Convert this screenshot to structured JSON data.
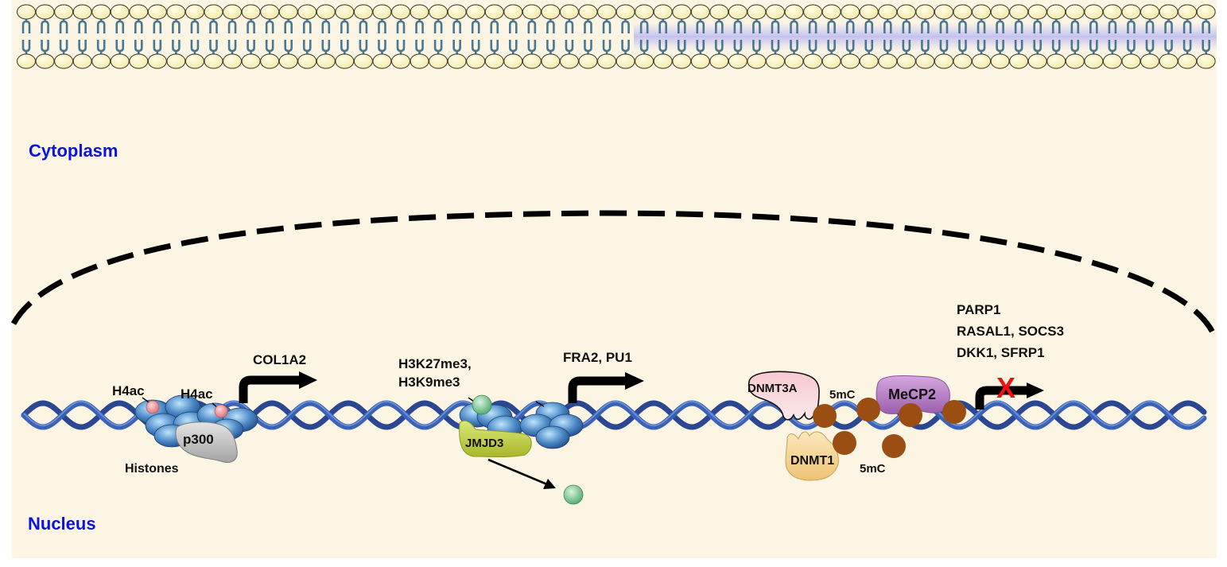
{
  "diagram": {
    "title": "Epigenetic regulation in the nucleus",
    "colors": {
      "background": "#fdf5e4",
      "membrane_head": "#fbf3b8",
      "membrane_tail": "#4a7891",
      "membrane_highlight": "#c9c8f4",
      "dna_strand": "#2a4fa0",
      "histone": "#4f8cc9",
      "acetyl_mark": "#e8898c",
      "methyl_mark_histone": "#6fc08b",
      "cpg_methyl": "#9b4e12",
      "p300": "#bdbdbd",
      "jmjd3": "#bccc3d",
      "dnmt3a": "#f1b6bf",
      "dnmt1": "#f3d28b",
      "mecp2": "#b57bc5",
      "label_compartment": "#0a14e0",
      "block_x": "#ee1111"
    },
    "compartments": {
      "cytoplasm": "Cytoplasm",
      "nucleus": "Nucleus"
    },
    "modules": {
      "acetylation": {
        "marks": [
          "H4ac",
          "H4ac"
        ],
        "enzyme": "p300",
        "histone_label": "Histones",
        "target_gene": "COL1A2",
        "transcription": "active"
      },
      "demethylation": {
        "marks_line1": "H3K27me3,",
        "marks_line2": "H3K9me3",
        "enzyme": "JMJD3",
        "target_genes": "FRA2, PU1",
        "transcription": "active"
      },
      "dna_methylation": {
        "enzymes": [
          "DNMT3A",
          "DNMT1"
        ],
        "reader": "MeCP2",
        "mark_labels": [
          "5mC",
          "5mC"
        ],
        "target_genes": [
          "PARP1",
          "RASAL1, SOCS3",
          "DKK1, SFRP1"
        ],
        "transcription": "blocked",
        "block_symbol": "X"
      }
    }
  }
}
